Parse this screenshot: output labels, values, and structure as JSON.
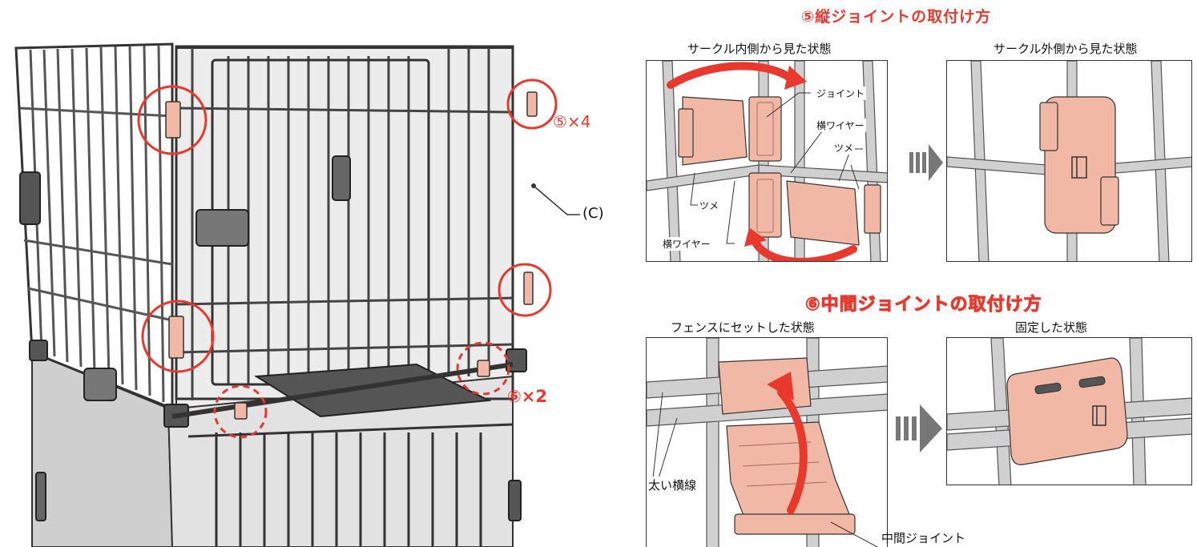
{
  "section5": {
    "title": "⑤縦ジョイントの取付け方",
    "inside_caption": "サークル内側から見た状態",
    "outside_caption": "サークル外側から見た状態",
    "labels": {
      "joint": "ジョイント",
      "horizontal_wire_1": "横ワイヤー",
      "claw_1": "ツメ",
      "claw_2": "ツメ",
      "horizontal_wire_2": "横ワイヤー"
    }
  },
  "section6": {
    "title": "⑥中間ジョイントの取付け方",
    "set_caption": "フェンスにセットした状態",
    "fixed_caption": "固定した状態",
    "labels": {
      "thick_line": "太い横線",
      "middle_joint": "中間ジョイント"
    }
  },
  "cage": {
    "mult5": "⑤×4",
    "mult6": "⑥×2",
    "c_label": "(C)"
  },
  "colors": {
    "accent_red": "#e8392f",
    "joint_pink": "#f2b8a6",
    "wire_gray": "#9a9a9a",
    "panel_gray": "#c8c8c8"
  },
  "icons": {
    "arrow": "triple-bar-arrow-icon"
  }
}
